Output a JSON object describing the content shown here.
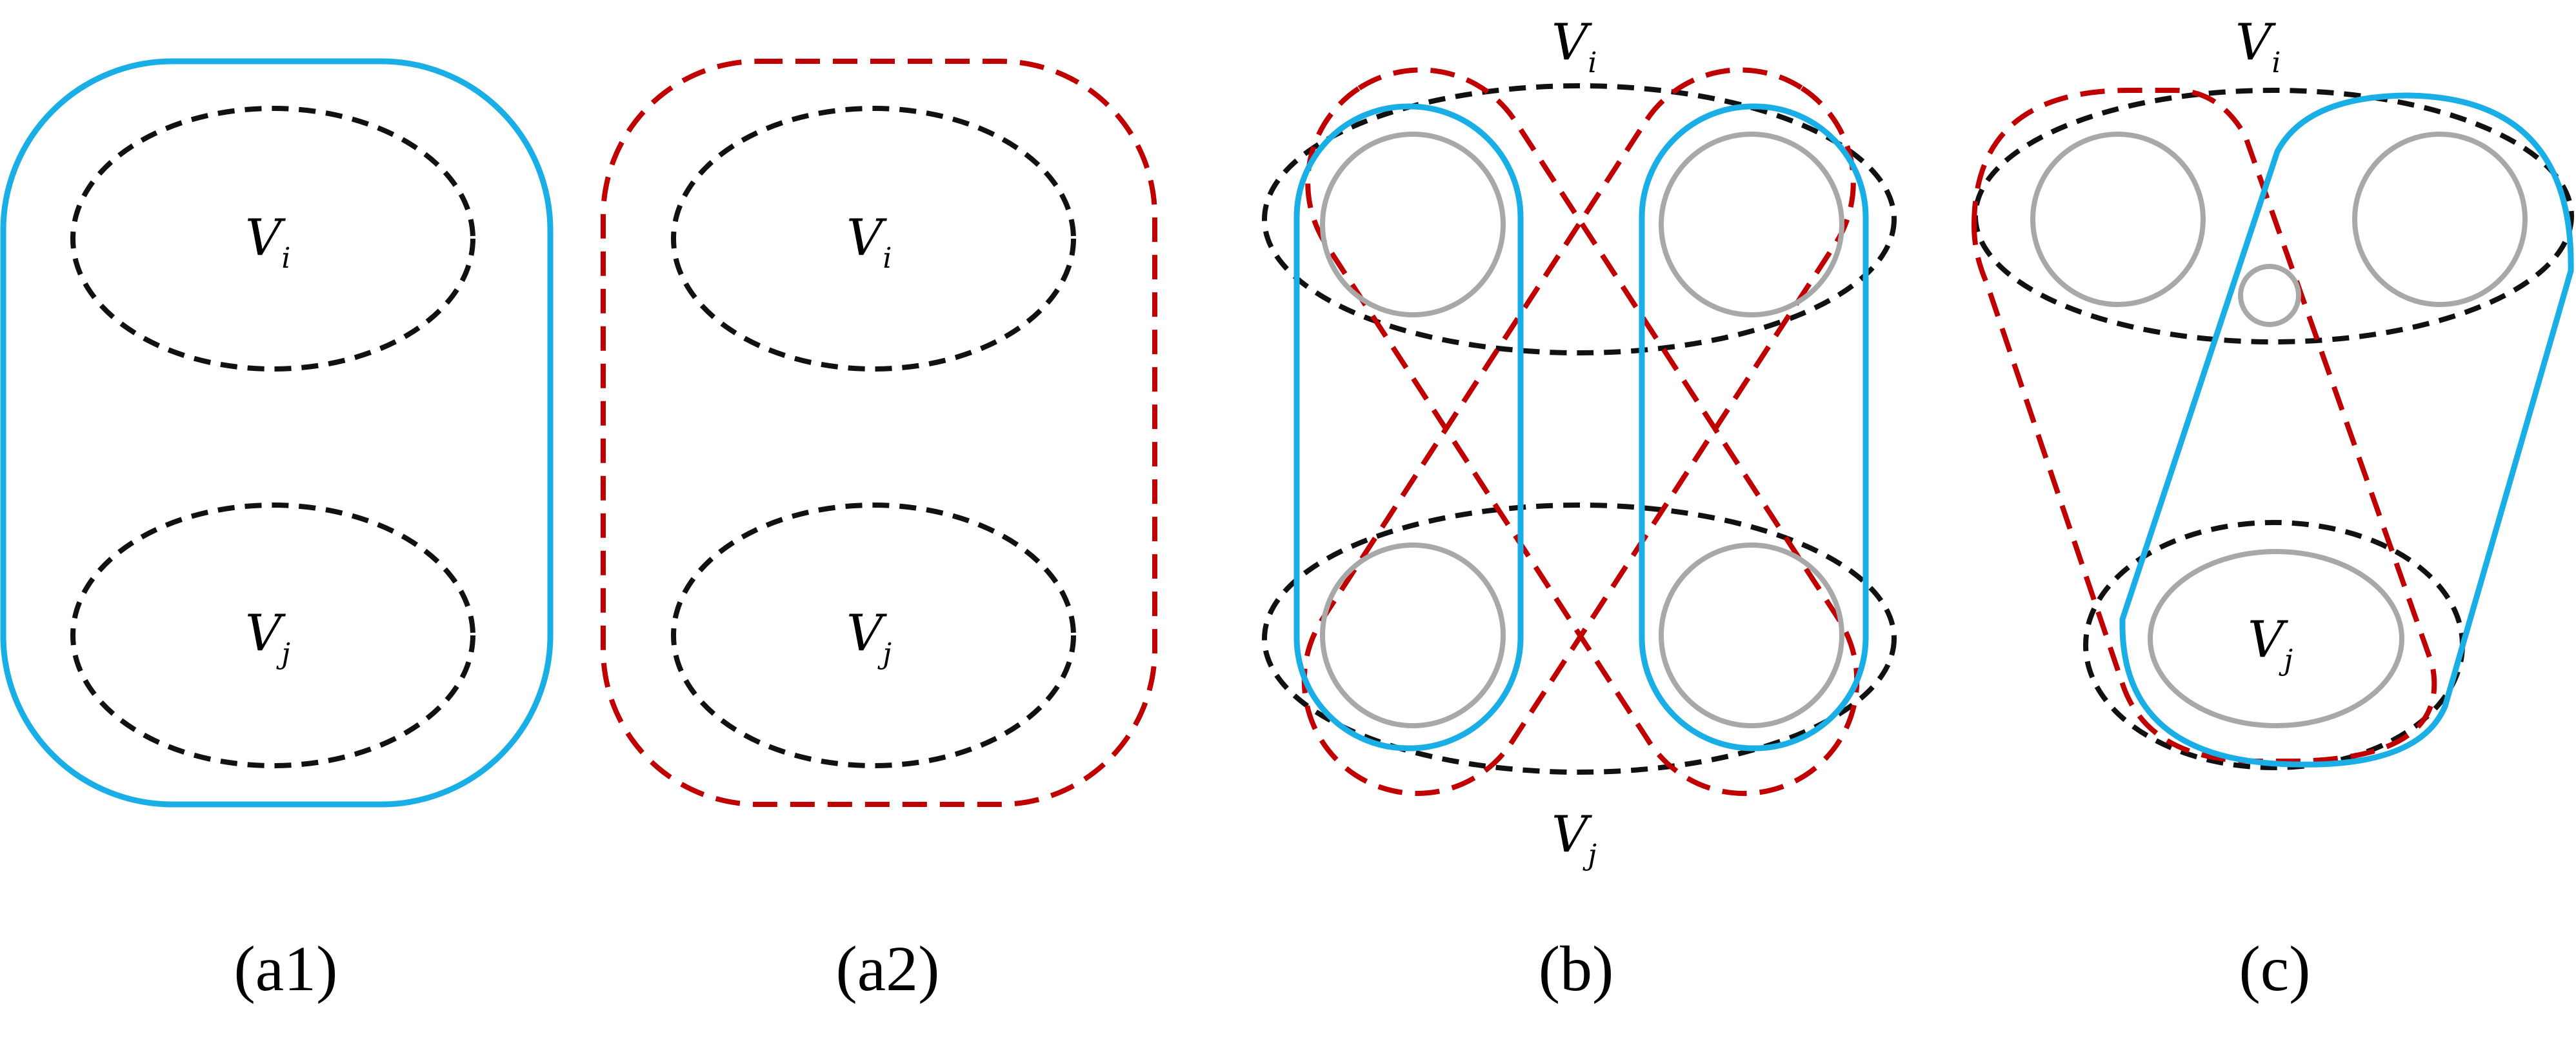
{
  "colors": {
    "blue": "#1aaee7",
    "red": "#c00000",
    "black": "#111111",
    "gray": "#a8a8a8"
  },
  "labels": {
    "vi_base": "V",
    "vi_sub": "i",
    "vj_base": "V",
    "vj_sub": "j"
  },
  "panels": [
    {
      "id": "a1",
      "caption": "(a1)"
    },
    {
      "id": "a2",
      "caption": "(a2)"
    },
    {
      "id": "b",
      "caption": "(b)"
    },
    {
      "id": "c",
      "caption": "(c)"
    }
  ]
}
